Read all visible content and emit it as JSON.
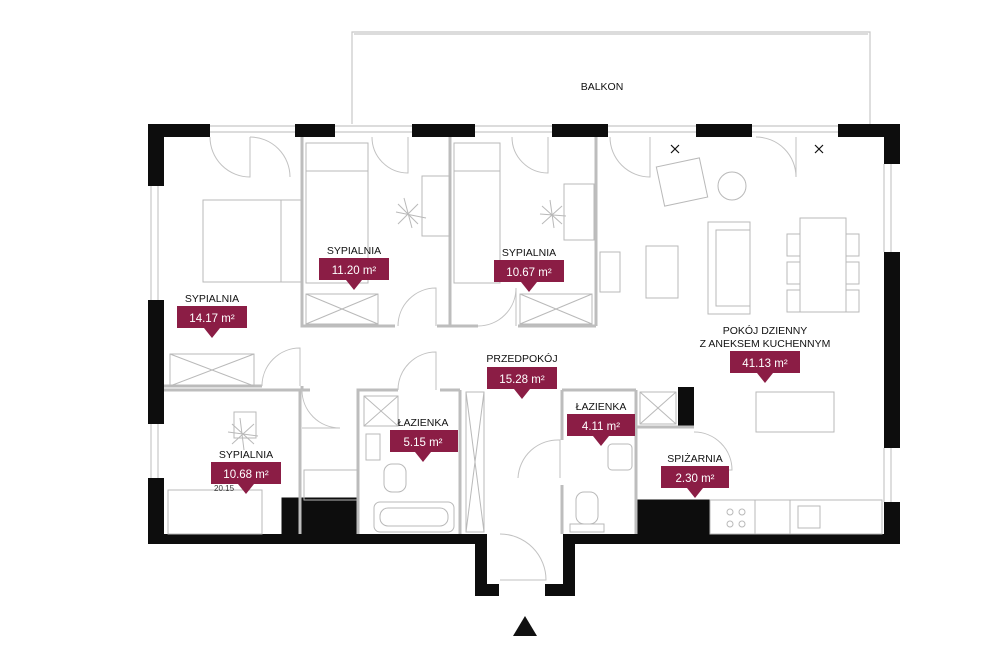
{
  "colors": {
    "badge": "#8b1d45",
    "wall": "#0d0d0d",
    "line": "#bdbdbd",
    "text": "#111111"
  },
  "balcony": {
    "label": "BALKON"
  },
  "rooms": [
    {
      "id": "sypialnia-1",
      "name": "SYPIALNIA",
      "area": "14.17 m²"
    },
    {
      "id": "sypialnia-2",
      "name": "SYPIALNIA",
      "area": "11.20 m²"
    },
    {
      "id": "sypialnia-3",
      "name": "SYPIALNIA",
      "area": "10.67 m²"
    },
    {
      "id": "pokoj-dzienny",
      "name_lines": [
        "POKÓJ DZIENNY",
        "Z ANEKSEM KUCHENNYM"
      ],
      "area": "41.13 m²"
    },
    {
      "id": "przedpokoj",
      "name": "PRZEDPOKÓJ",
      "area": "15.28 m²"
    },
    {
      "id": "lazienka-1",
      "name": "ŁAZIENKA",
      "area": "5.15 m²"
    },
    {
      "id": "lazienka-2",
      "name": "ŁAZIENKA",
      "area": "4.11 m²"
    },
    {
      "id": "sypialnia-4",
      "name": "SYPIALNIA",
      "area": "10.68 m²"
    },
    {
      "id": "spizarnia",
      "name": "SPIŻARNIA",
      "area": "2.30 m²"
    }
  ],
  "stray_text": "20.15",
  "icons": {
    "entrance": "entrance-arrow-icon",
    "window_marker": "cross-icon"
  }
}
